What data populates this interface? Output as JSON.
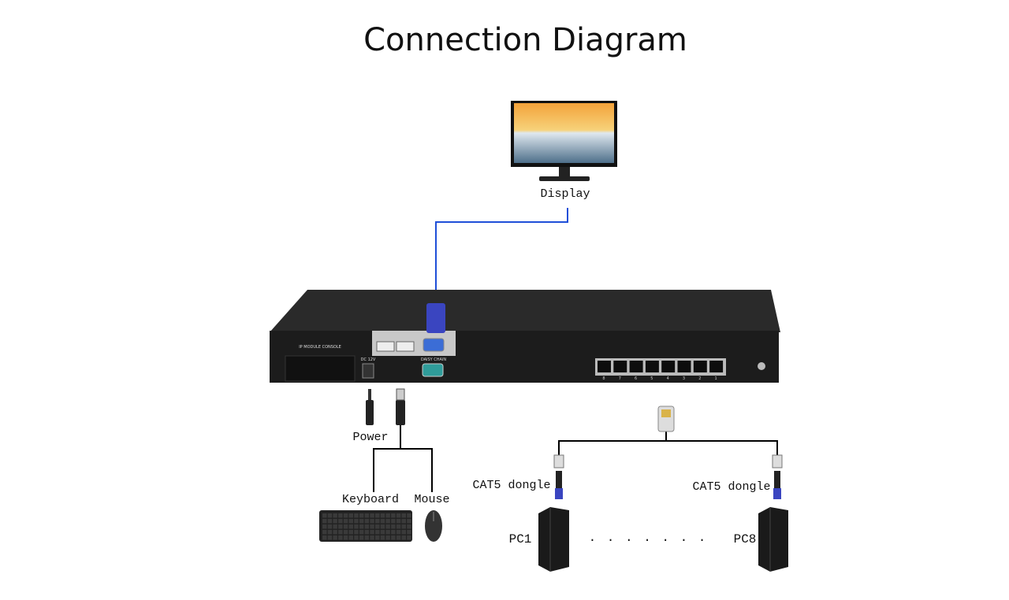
{
  "title": "Connection Diagram",
  "labels": {
    "display": "Display",
    "power": "Power",
    "keyboard": "Keyboard",
    "mouse": "Mouse",
    "dongle_left": "CAT5 dongle",
    "dongle_right": "CAT5 dongle",
    "pc1": "PC1",
    "pc8": "PC8",
    "dots": ". . . . . . ."
  },
  "device": {
    "ip_module": "IP MODULE CONSOLE",
    "dc": "DC 12V",
    "daisy": "DAISY CHAIN",
    "ports": [
      "8",
      "7",
      "6",
      "5",
      "4",
      "3",
      "2",
      "1"
    ]
  },
  "colors": {
    "vga_cable": "#1f4fd8",
    "device": "#1c1c1c",
    "line": "#000000"
  }
}
